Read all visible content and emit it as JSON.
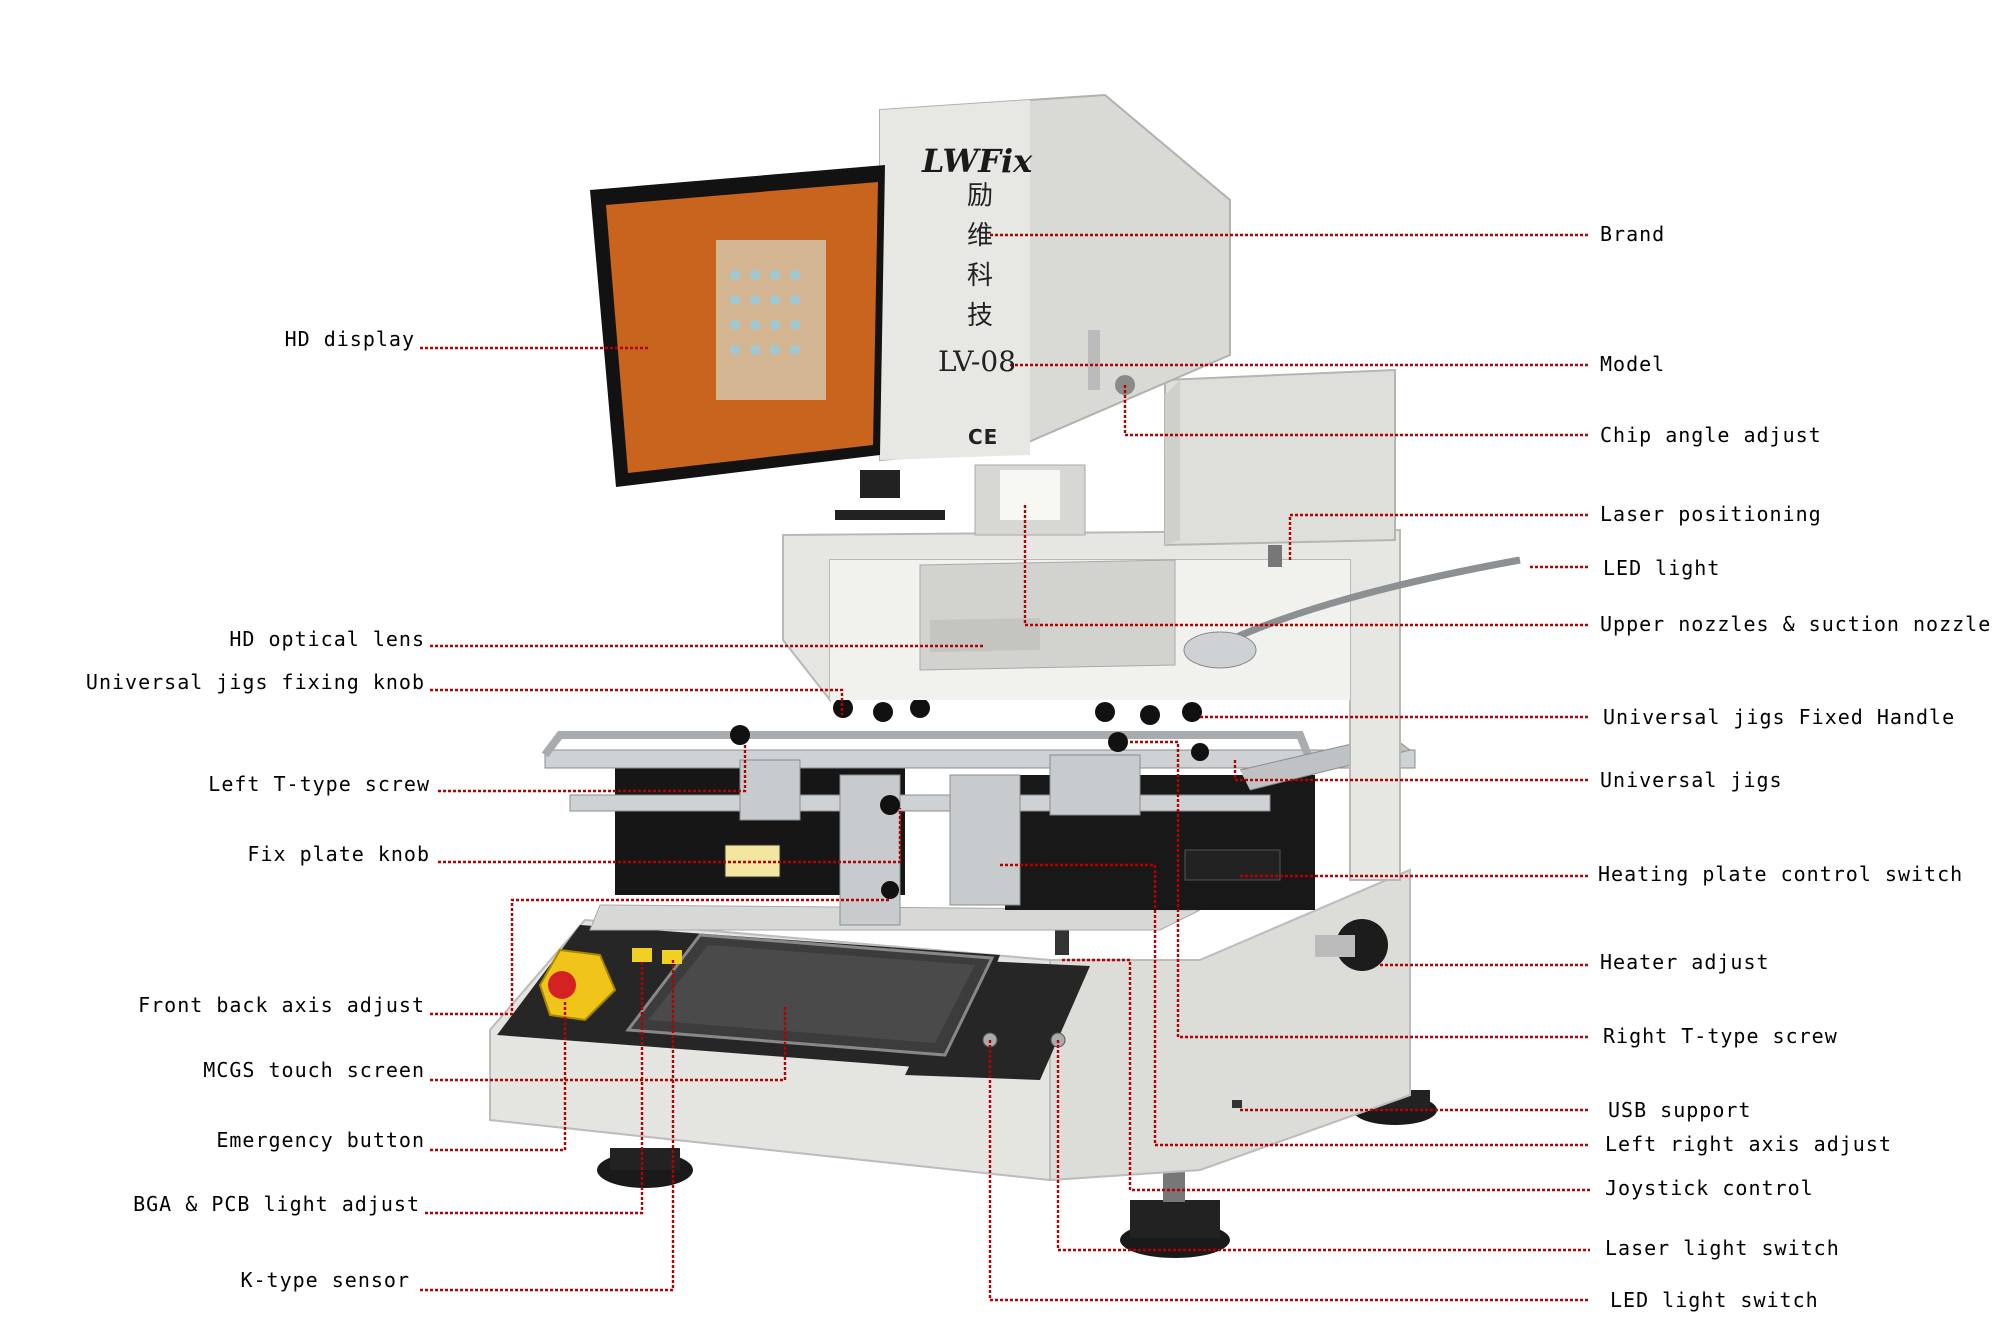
{
  "brand_logo": "LWFix",
  "brand_cn": [
    "励",
    "维",
    "科",
    "技"
  ],
  "model_text": "LV-08",
  "ce_mark": "CE",
  "callouts_left": [
    "HD display",
    "HD optical lens",
    "Universal jigs fixing knob",
    "Left T-type screw",
    "Fix plate knob",
    "Front back axis adjust",
    "MCGS touch screen",
    "Emergency button",
    "BGA & PCB light adjust",
    "K-type sensor"
  ],
  "callouts_right": [
    "Brand",
    "Model",
    "Chip angle adjust",
    "Laser positioning",
    "LED light",
    "Upper nozzles & suction nozzle",
    "Universal jigs Fixed Handle",
    "Universal jigs",
    "Heating plate control switch",
    "Heater adjust",
    "Right T-type screw",
    "USB support",
    "Left right axis adjust",
    "Joystick control",
    "Laser light switch",
    "LED light switch"
  ],
  "colors": {
    "leader": "#b30000",
    "body": "#e9e9e6",
    "panel": "#2a2a2a",
    "screen": "#c8641e"
  }
}
